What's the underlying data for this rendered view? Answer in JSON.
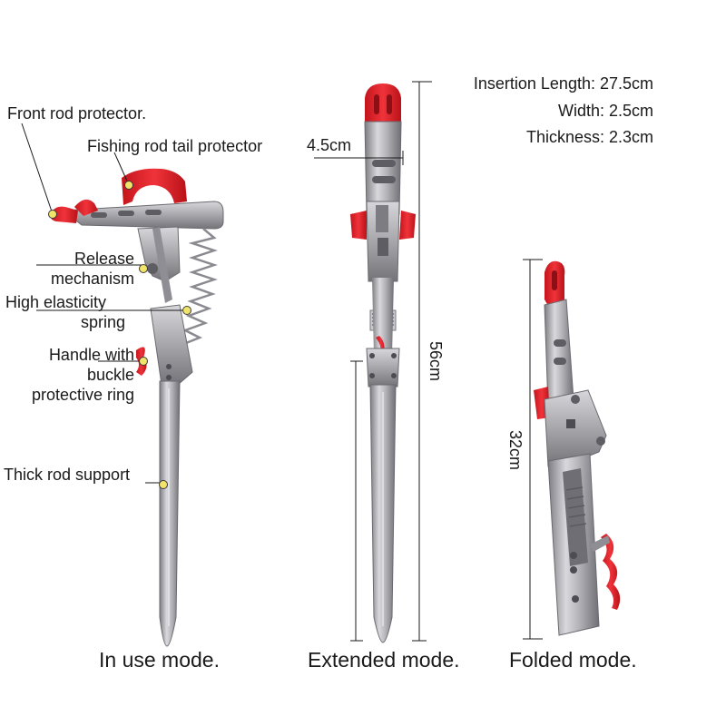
{
  "labels": {
    "front_rod_protector": "Front rod protector.",
    "tail_protector": "Fishing rod tail protector",
    "release_1": "Release",
    "release_2": "mechanism",
    "spring_1": "High elasticity",
    "spring_2": "spring",
    "handle_1": "Handle with",
    "handle_2": "buckle",
    "handle_3": "protective ring",
    "rod_support": "Thick rod support"
  },
  "specs": {
    "insertion_length": "Insertion Length: 27.5cm",
    "width": "Width: 2.5cm",
    "thickness": "Thickness: 2.3cm"
  },
  "dimensions": {
    "tube_width": "4.5cm",
    "extended_length": "56cm",
    "folded_length": "32cm"
  },
  "captions": {
    "in_use": "In use mode.",
    "extended": "Extended mode.",
    "folded": "Folded mode."
  },
  "colors": {
    "red": "#e8242c",
    "steel": "#a9a9ae",
    "steel_dark": "#6f6f75",
    "dot": "#f2e36a"
  }
}
